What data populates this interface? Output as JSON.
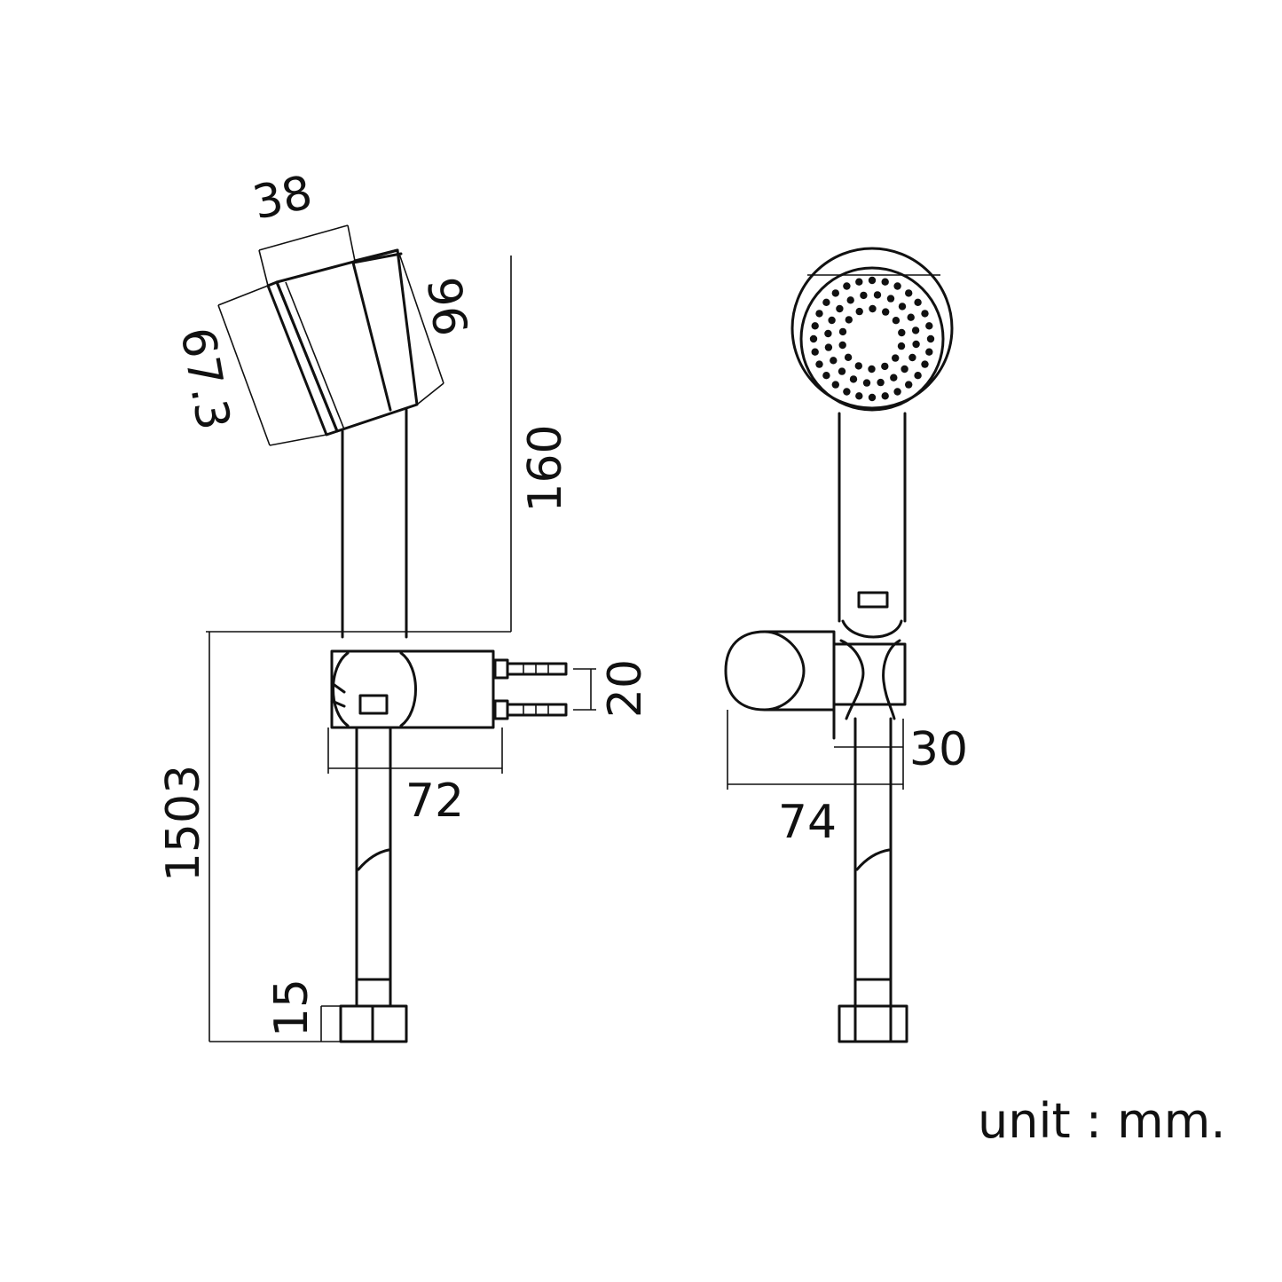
{
  "dimensions": {
    "head_width": "38",
    "head_face_depth": "96",
    "head_side": "67.3",
    "head_to_holder": "160",
    "total_length": "1503",
    "holder_screw_spacing": "20",
    "holder_depth": "72",
    "hose_nut": "15",
    "front_holder_depth": "74",
    "front_holder_width": "30"
  },
  "unit_label": "unit : mm.",
  "colors": {
    "ink": "#111111",
    "paper": "#ffffff"
  }
}
